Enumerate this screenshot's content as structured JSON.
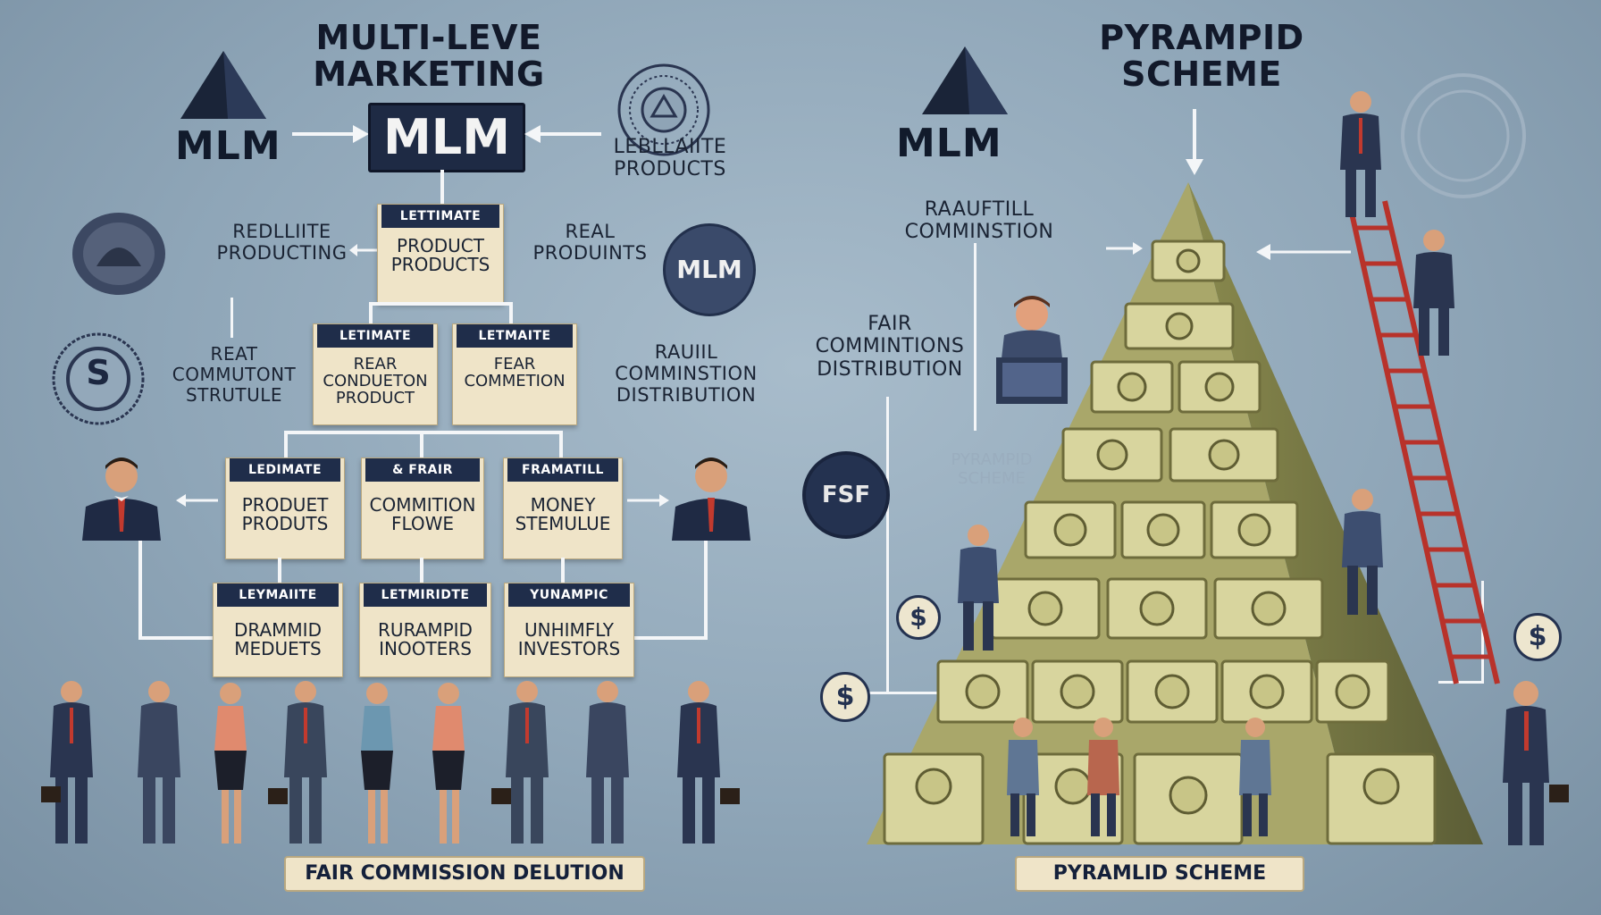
{
  "left": {
    "title_line1": "MULTI-LEVE",
    "title_line2": "MARKETING",
    "logo_text": "MLM",
    "center_box": "MLM",
    "products_label_line1": "LEBLLAIITE",
    "products_label_line2": "PRODUCTS",
    "side_label_left_line1": "REDLLIITE",
    "side_label_left_line2": "PRODUCTING",
    "side_label_right_line1": "REAL",
    "side_label_right_line2": "PRODUINTS",
    "side_label_left2_line1": "REAT",
    "side_label_left2_line2": "COMMUTONT",
    "side_label_left2_line3": "STRUTULE",
    "side_label_right2_line1": "RAUIIL",
    "side_label_right2_line2": "COMMINSTION",
    "side_label_right2_line3": "DISTRIBUTION",
    "badge_mlm": "MLM",
    "badge_s": "S",
    "cards": [
      {
        "head": "LETTIMATE",
        "line1": "PRODUCT",
        "line2": "PRODUCTS",
        "line3": ""
      },
      {
        "head": "LETIMATE",
        "line1": "REAR",
        "line2": "CONDUETON",
        "line3": "PRODUCT"
      },
      {
        "head": "LETMAITE",
        "line1": "FEAR",
        "line2": "COMMETION",
        "line3": ""
      },
      {
        "head": "LEDIMATE",
        "line1": "PRODUET",
        "line2": "PRODUTS",
        "line3": ""
      },
      {
        "head": "& FRAIR",
        "line1": "COMMITION",
        "line2": "FLOWE",
        "line3": ""
      },
      {
        "head": "FRAMATILL",
        "line1": "MONEY",
        "line2": "STEMULUE",
        "line3": ""
      },
      {
        "head": "LEYMAIITE",
        "line1": "DRAMMID",
        "line2": "MEDUETS",
        "line3": ""
      },
      {
        "head": "LETMIRIDTE",
        "line1": "RURAMPID",
        "line2": "INOOTERS",
        "line3": ""
      },
      {
        "head": "YUNAMPIC",
        "line1": "UNHIMFLY",
        "line2": "INVESTORS",
        "line3": ""
      }
    ],
    "footer": "FAIR COMMISSION DELUTION"
  },
  "right": {
    "title_line1": "PYRAMPID",
    "title_line2": "SCHEME",
    "logo_text": "MLM",
    "label_top_line1": "RAAUFTILL",
    "label_top_line2": "COMMINSTION",
    "label_mid_line1": "FAIR",
    "label_mid_line2": "COMMINTIONS",
    "label_mid_line3": "DISTRIBUTION",
    "badge_fsf": "FSF",
    "dollar_sign": "$",
    "faint_line1": "PYRAMPID",
    "faint_line2": "SCHEME",
    "footer": "PYRAMLID SCHEME"
  },
  "colors": {
    "navy": "#1e2a44",
    "card": "#efe4c8",
    "money": "#c9c48a",
    "ladder": "#b8322a"
  }
}
